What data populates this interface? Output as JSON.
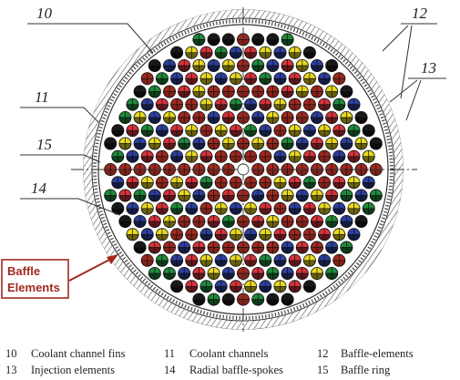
{
  "callouts": {
    "c10": "10",
    "c11": "11",
    "c12": "12",
    "c13": "13",
    "c14": "14",
    "c15": "15"
  },
  "baffle_annotation": {
    "line1": "Baffle",
    "line2": "Elements"
  },
  "legend": {
    "row1": [
      {
        "num": "10",
        "label": "Coolant channel fins"
      },
      {
        "num": "11",
        "label": "Coolant channels"
      },
      {
        "num": "12",
        "label": "Baffle-elements"
      }
    ],
    "row2": [
      {
        "num": "13",
        "label": "Injection elements"
      },
      {
        "num": "14",
        "label": "Radial baffle-spokes"
      },
      {
        "num": "15",
        "label": "Baffle ring"
      }
    ]
  },
  "colors": {
    "baffle": "#a0291f",
    "injection_blue": "#2d3f9e",
    "injection_yellow": "#e8d81c",
    "injection_green": "#1f8a3a",
    "injection_red": "#d8323a",
    "element_dark": "#1a1a1a",
    "annotation": "#a0291f"
  }
}
